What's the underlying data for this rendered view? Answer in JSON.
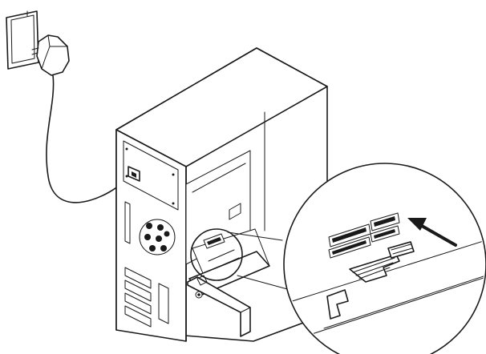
{
  "diagram": {
    "components": [
      "wall-outlet",
      "power-plug",
      "power-cable",
      "pc-case",
      "pcie-adapter-card",
      "motherboard-pcie-slot",
      "magnified-detail"
    ],
    "insert_direction": "up-left"
  }
}
